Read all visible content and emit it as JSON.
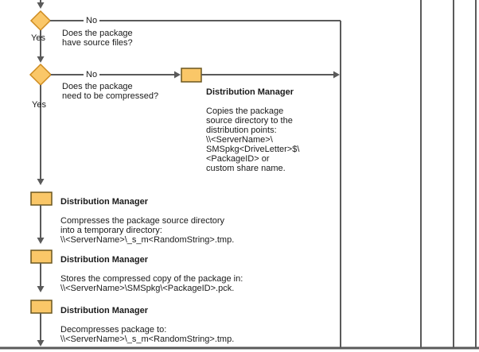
{
  "diagram": {
    "decisions": [
      {
        "question": "Does the package\nhave source files?",
        "no_label": "No",
        "yes_label": "Yes"
      },
      {
        "question": "Does the package\nneed to be compressed?",
        "no_label": "No",
        "yes_label": "Yes"
      }
    ],
    "processes": [
      {
        "title": "Distribution Manager",
        "body": "Copies the package\nsource directory to the\ndistribution points:\n\\\\<ServerName>\\\nSMSpkg<DriveLetter>$\\\n<PackageID> or\ncustom share name."
      },
      {
        "title": "Distribution Manager",
        "body": "Compresses the package source directory\ninto a temporary directory:\n\\\\<ServerName>\\_s_m<RandomString>.tmp."
      },
      {
        "title": "Distribution Manager",
        "body": "Stores the compressed copy of the package in:\n\\\\<ServerName>\\SMSpkg\\<PackageID>.pck."
      },
      {
        "title": "Distribution Manager",
        "body": "Decompresses package to:\n\\\\<ServerName>\\_s_m<RandomString>.tmp."
      }
    ],
    "colors": {
      "shape_fill": "#FAC768",
      "diamond_border": "#CE8B1F",
      "process_border": "#6B571F",
      "connector": "#5A5A5A",
      "text": "#1A1A1A"
    }
  }
}
